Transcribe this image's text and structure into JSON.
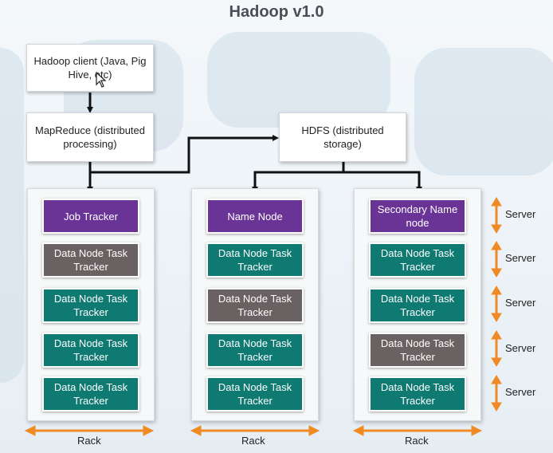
{
  "title": "Hadoop v1.0",
  "client": "Hadoop client (Java, Pig Hive, etc)",
  "mapreduce": "MapReduce (distributed processing)",
  "hdfs": "HDFS (distributed storage)",
  "racks": [
    {
      "label": "Rack",
      "cells": [
        {
          "text": "Job Tracker",
          "kind": "purple"
        },
        {
          "text": "Data Node Task Tracker",
          "kind": "grey"
        },
        {
          "text": "Data Node Task Tracker",
          "kind": "teal"
        },
        {
          "text": "Data Node Task Tracker",
          "kind": "teal"
        },
        {
          "text": "Data Node Task Tracker",
          "kind": "teal"
        }
      ]
    },
    {
      "label": "Rack",
      "cells": [
        {
          "text": "Name Node",
          "kind": "purple"
        },
        {
          "text": "Data Node Task Tracker",
          "kind": "teal"
        },
        {
          "text": "Data Node Task Tracker",
          "kind": "grey"
        },
        {
          "text": "Data Node Task Tracker",
          "kind": "teal"
        },
        {
          "text": "Data Node Task Tracker",
          "kind": "teal"
        }
      ]
    },
    {
      "label": "Rack",
      "cells": [
        {
          "text": "Secondary Name node",
          "kind": "purple"
        },
        {
          "text": "Data Node Task Tracker",
          "kind": "teal"
        },
        {
          "text": "Data Node Task Tracker",
          "kind": "teal"
        },
        {
          "text": "Data Node Task Tracker",
          "kind": "grey"
        },
        {
          "text": "Data Node Task Tracker",
          "kind": "teal"
        }
      ]
    }
  ],
  "server_labels": [
    "Server",
    "Server",
    "Server",
    "Server",
    "Server"
  ],
  "colors": {
    "purple": "#6a3497",
    "teal": "#0e7a72",
    "grey": "#6a6262",
    "arrow_orange": "#f08a24",
    "connector": "#111111"
  }
}
